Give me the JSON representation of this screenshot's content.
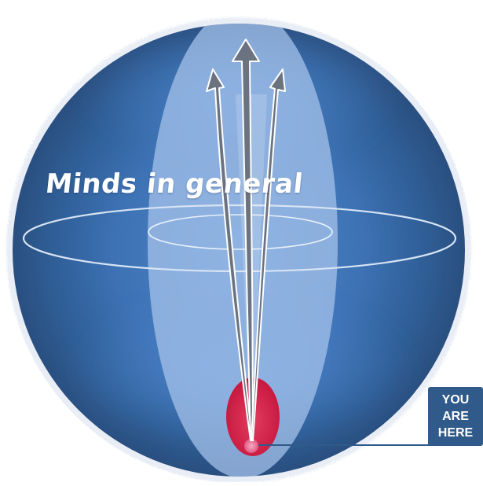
{
  "labels": {
    "minds_in_general": "Minds in general",
    "you_are_here": "YOU\nARE\nHERE"
  },
  "colors": {
    "sphere_dark": "#2e5c93",
    "sphere_light": "#4d84c6",
    "column": "#9dbde6",
    "arrow": "#6b7280",
    "you_are_here_blob": "#d4234a",
    "callout": "#2f5a8a"
  },
  "arrows": {
    "count": 3
  }
}
